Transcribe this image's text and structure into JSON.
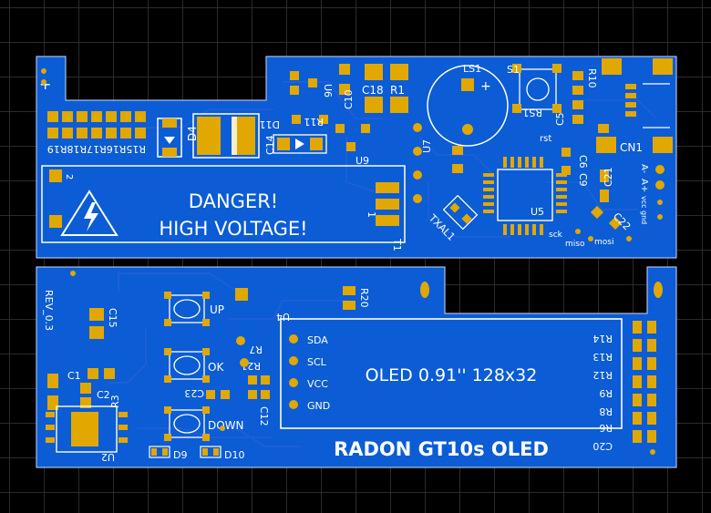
{
  "top_board": {
    "warning_line1": "DANGER!",
    "warning_line2": "HIGH VOLTAGE!",
    "labels": {
      "ls1": "LS1",
      "s1": "S1",
      "r10": "R10",
      "u6": "U6",
      "c18": "C18",
      "r1": "R1",
      "c10": "C10",
      "r11": "R11",
      "d11": "D11",
      "d4": "D4",
      "c14": "C14",
      "u9": "U9",
      "u7": "U7",
      "rs1": "RS1",
      "c5": "C5",
      "c6": "C6",
      "c9": "C9",
      "rst": "rst",
      "cn1": "CN1",
      "a_minus": "A-",
      "a_plus": "A+",
      "vcc": "vcc",
      "gnd": "gnd",
      "c21": "C21",
      "c22": "C22",
      "u5": "U5",
      "txal1": "TXAL1",
      "t1": "T1",
      "mosi": "mosi",
      "miso": "miso",
      "sck": "sck",
      "r_stack": "R15R16R17R18R19",
      "one": "1",
      "two": "2",
      "plus": "+"
    }
  },
  "bottom_board": {
    "title": "RADON GT10s OLED",
    "oled_text": "OLED 0.91'' 128x32",
    "rev": "REV_0.3",
    "pins": [
      "SDA",
      "SCL",
      "VCC",
      "GND"
    ],
    "buttons": [
      "UP",
      "OK",
      "DOWN"
    ],
    "labels": {
      "u4": "U4",
      "r20": "R20",
      "r7": "R7",
      "r21": "R21",
      "c23": "C23",
      "c12": "C12",
      "c15": "C15",
      "c1": "C1",
      "c2": "C2",
      "r3": "R3",
      "u2": "U2",
      "d9": "D9",
      "d10": "D10",
      "r14": "R14",
      "r13": "R13",
      "r12": "R12",
      "r9": "R9",
      "r8": "R8",
      "r6": "R6",
      "c20": "C20"
    }
  }
}
